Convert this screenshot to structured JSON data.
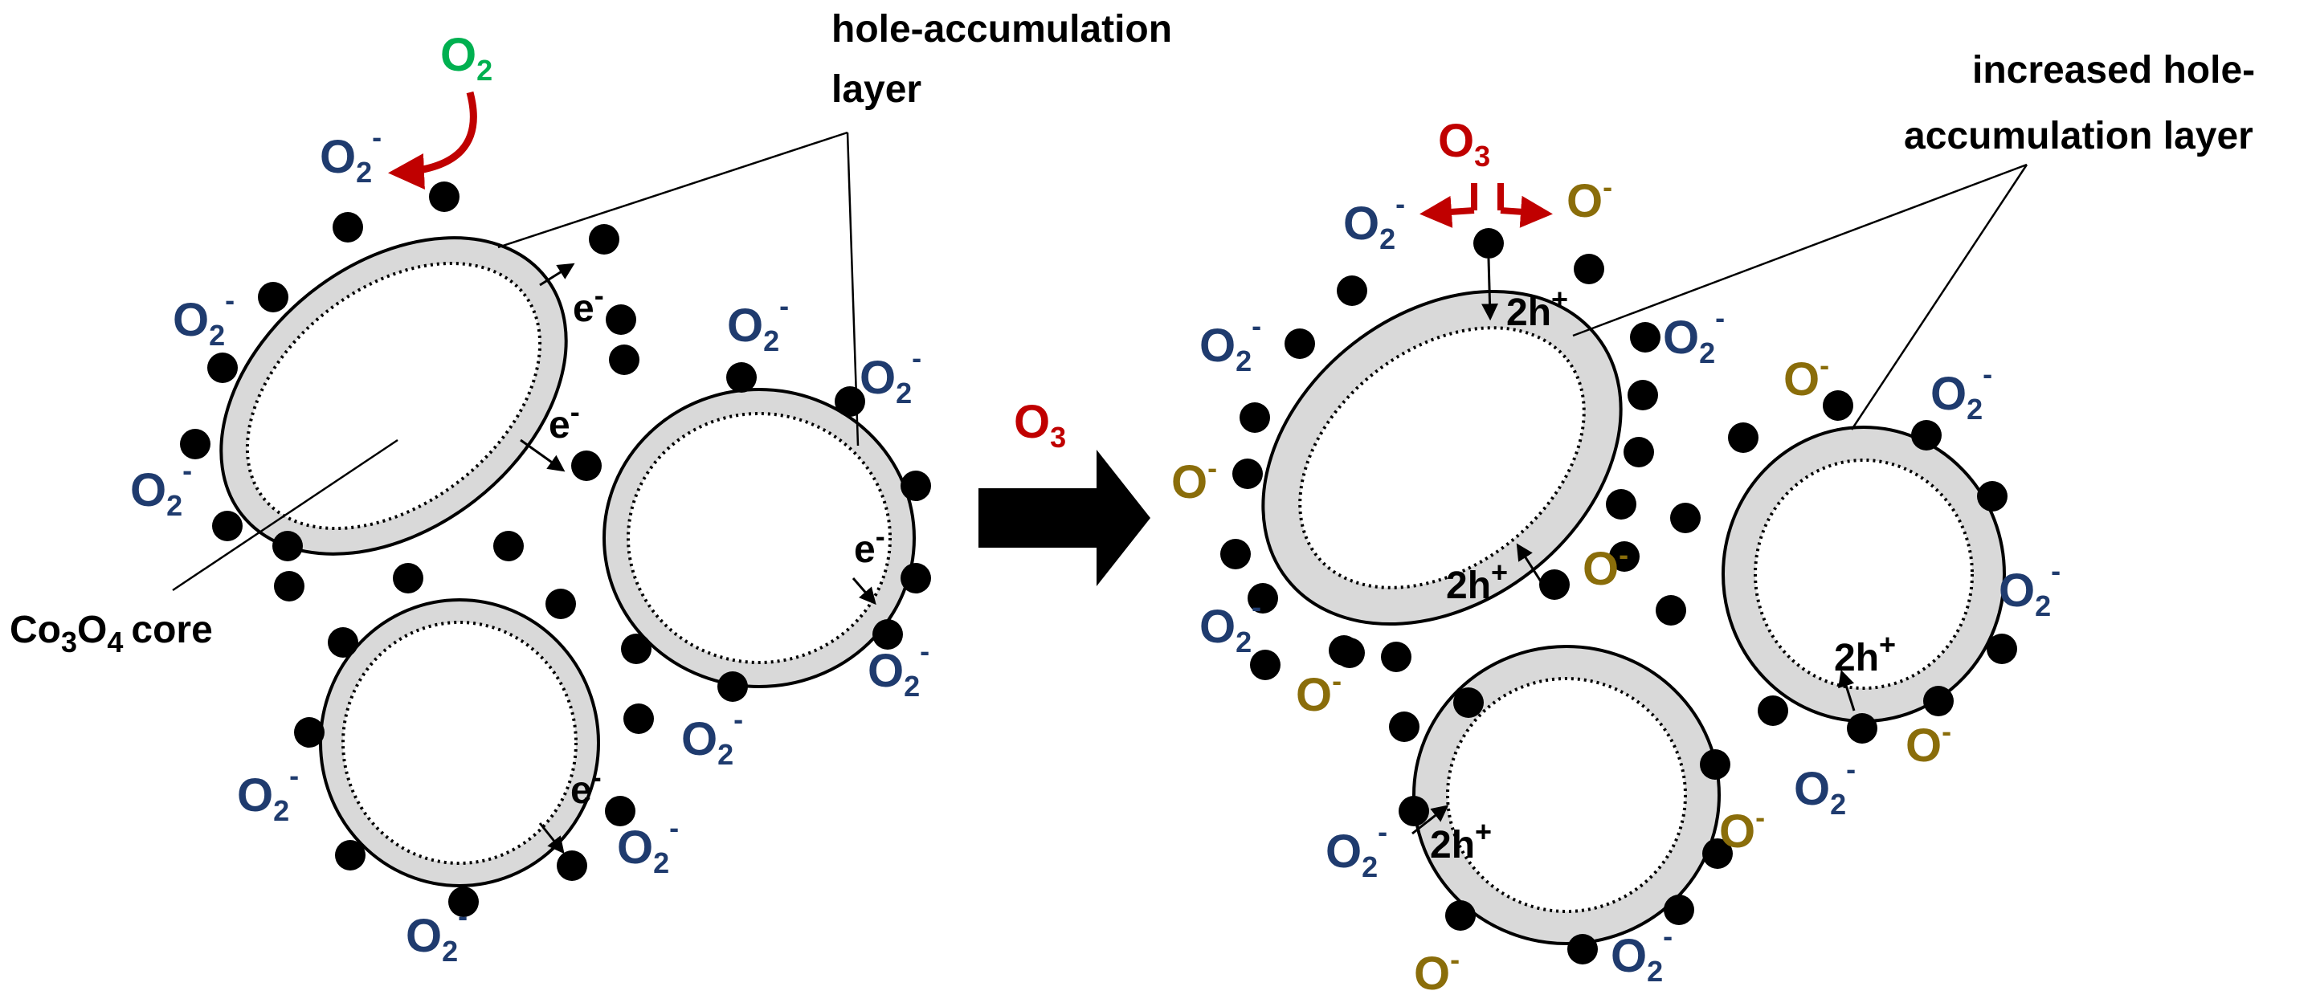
{
  "colors": {
    "shell_fill": "#d9d9d9",
    "o2_ion": "#1f3b6e",
    "o_ion": "#8a6d0a",
    "o2_gas": "#00b050",
    "o3": "#c00000",
    "dot": "#000000"
  },
  "labels": {
    "hole_layer_line1": "hole-accumulation",
    "hole_layer_line2": "layer",
    "increased_line1": "increased hole-",
    "increased_line2": "accumulation layer",
    "core_base": "Co",
    "core_sub1": "3",
    "core_mid": "O",
    "core_sub2": "4",
    "core_word": "core",
    "o2_gas_base": "O",
    "o2_gas_sub": "2",
    "o3_base": "O",
    "o3_sub": "3",
    "ion_o2_base": "O",
    "ion_o2_sub": "2",
    "ion_sup": "-",
    "ion_o_base": "O",
    "electron_base": "e",
    "hole_base": "2h",
    "hole_sup": "+"
  }
}
